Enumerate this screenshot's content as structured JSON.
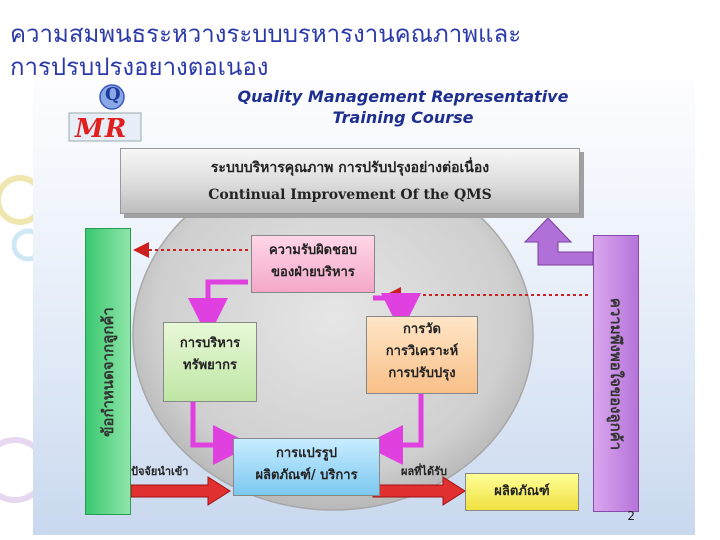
{
  "slide": {
    "title_line1": "ความสมพนธระหวางระบบบรหารงานคณภาพและ",
    "title_line2": "การปรบปรงอยางตอเนอง"
  },
  "course": {
    "line1": "Quality Management Representative",
    "line2": "Training Course"
  },
  "logo": {
    "letters": "MR",
    "top_letter": "Q"
  },
  "banner": {
    "thai": "ระบบบริหารคุณภาพ การปรับปรุงอย่างต่อเนื่อง",
    "english": "Continual Improvement Of the QMS"
  },
  "boxes": {
    "management_responsibility": [
      "ความรับผิดชอบ",
      "ของฝ่ายบริหาร"
    ],
    "resource_management": [
      "การบริหาร",
      "ทรัพยากร"
    ],
    "measurement": [
      "การวัด",
      "การวิเคราะห์",
      "การปรับปรุง"
    ],
    "product_realization": [
      "การแปรรูป",
      "ผลิตภัณฑ์/ บริการ"
    ],
    "product": "ผลิตภัณฑ์"
  },
  "side": {
    "left": "ข้อกำหนดจากลูกค้า",
    "right": "ความพึงพอใจของลูกค้า"
  },
  "flow_labels": {
    "input": "ปัจจัยนำเข้า",
    "output": "ผลที่ได้รับ"
  },
  "page_number": "2",
  "colors": {
    "title": "#2b3aa8",
    "cycle_arrow": "#e040e0",
    "flow_arrow": "#e03030",
    "ring": "#bcbcbc"
  }
}
